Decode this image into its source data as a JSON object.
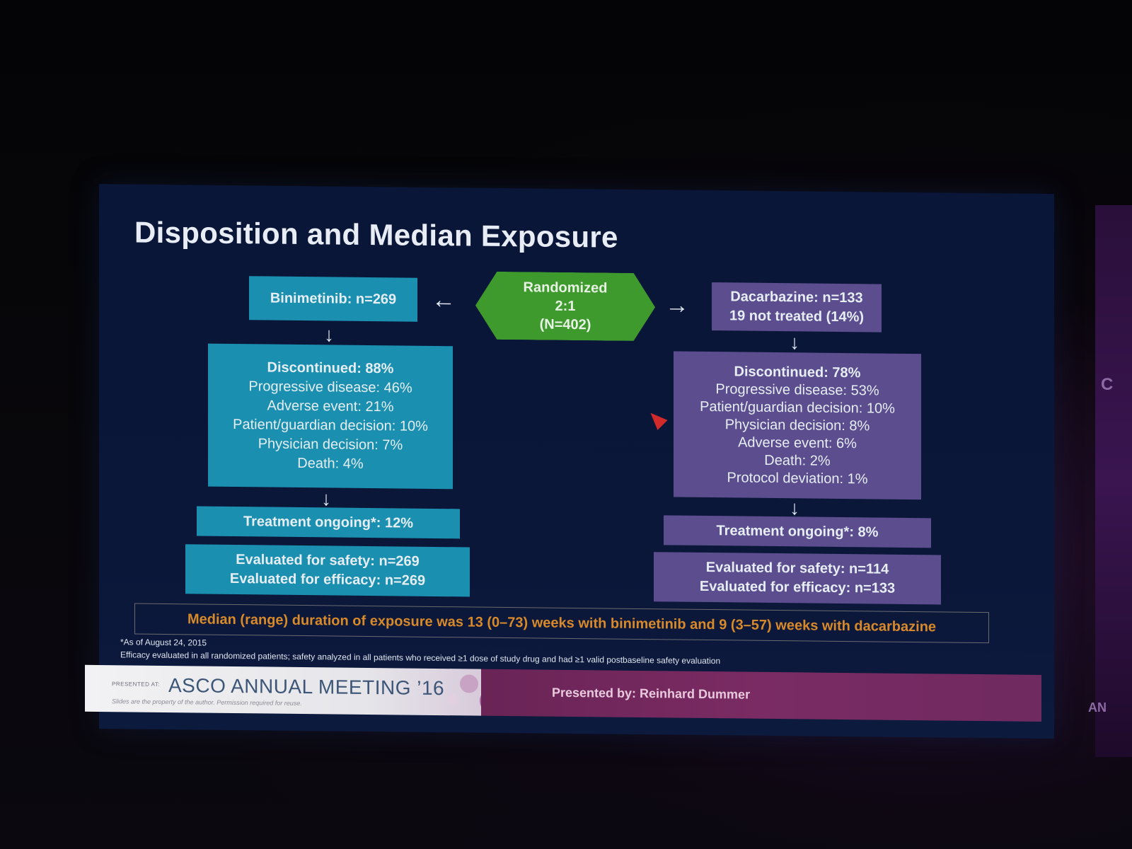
{
  "slide": {
    "title": "Disposition and Median Exposure",
    "randomized": {
      "line1": "Randomized",
      "line2": "2:1",
      "line3": "(N=402)"
    },
    "binimetinib": {
      "header": "Binimetinib: n=269",
      "discontinued": {
        "title": "Discontinued: 88%",
        "reasons": [
          "Progressive disease: 46%",
          "Adverse event: 21%",
          "Patient/guardian decision: 10%",
          "Physician decision: 7%",
          "Death: 4%"
        ]
      },
      "ongoing": "Treatment ongoing*: 12%",
      "evaluated_safety": "Evaluated for safety: n=269",
      "evaluated_efficacy": "Evaluated for efficacy: n=269"
    },
    "dacarbazine": {
      "header_line1": "Dacarbazine: n=133",
      "header_line2": "19 not treated (14%)",
      "discontinued": {
        "title": "Discontinued: 78%",
        "reasons": [
          "Progressive disease: 53%",
          "Patient/guardian decision: 10%",
          "Physician decision: 8%",
          "Adverse event: 6%",
          "Death: 2%",
          "Protocol deviation: 1%"
        ]
      },
      "ongoing": "Treatment ongoing*: 8%",
      "evaluated_safety": "Evaluated for safety: n=114",
      "evaluated_efficacy": "Evaluated for efficacy: n=133"
    },
    "median_exposure": "Median (range) duration of exposure was 13 (0–73) weeks with binimetinib and 9 (3–57) weeks with dacarbazine",
    "footnote1": "*As of August 24, 2015",
    "footnote2": "Efficacy evaluated in all randomized patients; safety analyzed in all patients who received ≥1 dose of study drug and had ≥1 valid postbaseline safety evaluation",
    "arrows": {
      "left": "←",
      "right": "→",
      "down": "↓"
    },
    "colors": {
      "binimetinib": "#1a8fb0",
      "dacarbazine": "#5b4d8e",
      "randomized": "#3f9a2e",
      "median_text": "#d88a2a"
    }
  },
  "footer": {
    "presented_at": "PRESENTED AT:",
    "meeting": "ASCO ANNUAL MEETING ’16",
    "disclaimer": "Slides are the property of the author. Permission required for reuse.",
    "presenter": "Presented by: Reinhard Dummer"
  },
  "side_panel": {
    "fragments": [
      "C",
      "AN"
    ]
  }
}
